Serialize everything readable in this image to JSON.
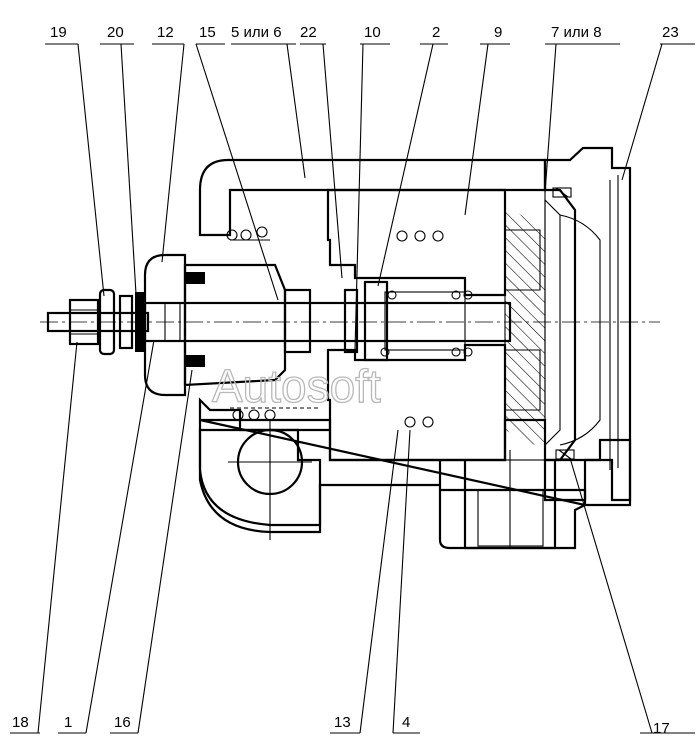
{
  "diagram": {
    "watermark": "Autosoft",
    "labels_top": [
      "19",
      "20",
      "12",
      "15",
      "5 или 6",
      "22",
      "10",
      "2",
      "9",
      "7 или 8",
      "23"
    ],
    "labels_bottom": [
      "18",
      "1",
      "16",
      "13",
      "4",
      "17"
    ]
  }
}
